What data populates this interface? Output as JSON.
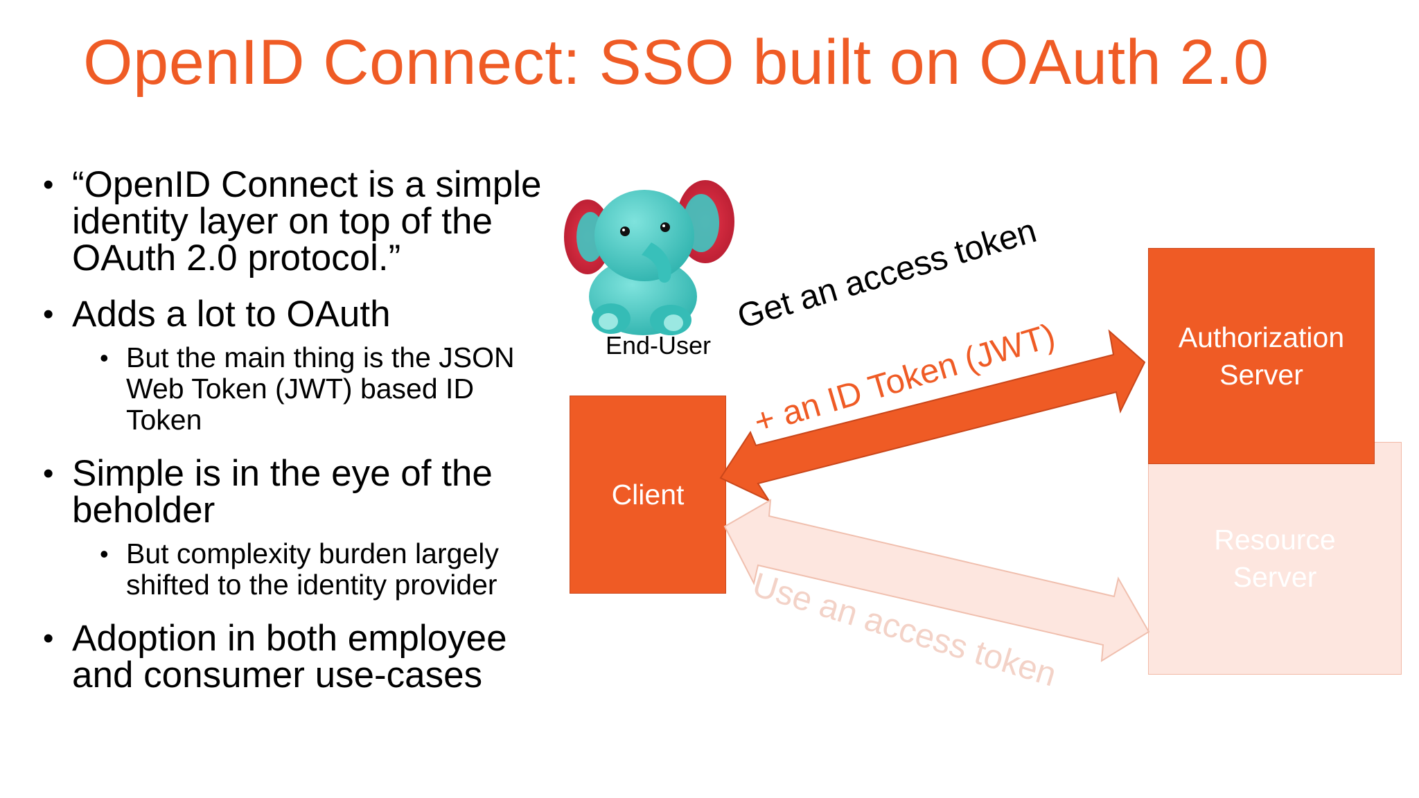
{
  "title": "OpenID Connect: SSO built on OAuth 2.0",
  "bullets": [
    {
      "text": "“OpenID Connect is a simple identity layer on top of the OAuth 2.0 protocol.”",
      "sub": []
    },
    {
      "text": "Adds a lot to OAuth",
      "sub": [
        "But the main thing is the JSON Web Token (JWT) based ID Token"
      ]
    },
    {
      "text": "Simple is in the eye of the beholder",
      "sub": [
        "But complexity burden largely shifted to the identity provider"
      ]
    },
    {
      "text": "Adoption in both employee and consumer use-cases",
      "sub": []
    }
  ],
  "diagram": {
    "end_user_label": "End-User",
    "client_label": "Client",
    "authorization_server_label": "Authorization Server",
    "resource_server_label": "Resource Server",
    "arrow_top_label_line1": "Get an access token",
    "arrow_top_label_line2": "+ an ID Token (JWT)",
    "arrow_bottom_label": "Use an access token"
  },
  "colors": {
    "accent": "#ef5b25",
    "faded_fill": "#fde6df",
    "faded_text": "#f3d2c7",
    "elephant": "#3fc7c2",
    "elephant_ear": "#d4243a"
  }
}
